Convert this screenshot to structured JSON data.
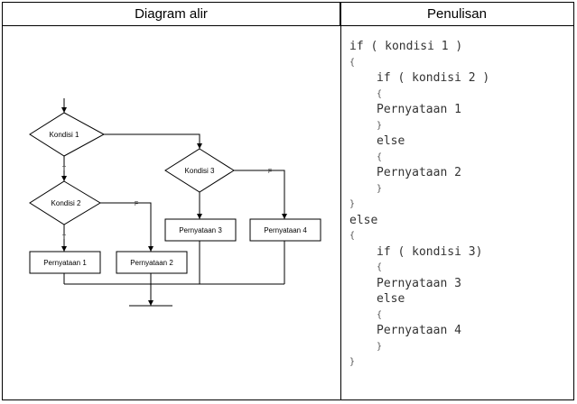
{
  "headers": {
    "left": "Diagram alir",
    "right": "Penulisan"
  },
  "flowchart": {
    "conditions": [
      "Kondisi 1",
      "Kondisi 2",
      "Kondisi 3"
    ],
    "statements": [
      "Pernyataan 1",
      "Pernyataan 2",
      "Pernyataan 3",
      "Pernyataan 4"
    ],
    "true_label": "T",
    "false_label": "F"
  },
  "code_lines": [
    {
      "text": "if ( kondisi 1 )",
      "indent": 0
    },
    {
      "text": "{",
      "indent": 0,
      "small": true
    },
    {
      "text": "if ( kondisi 2 )",
      "indent": 1
    },
    {
      "text": "{",
      "indent": 1,
      "small": true
    },
    {
      "text": "Pernyataan 1",
      "indent": 1
    },
    {
      "text": "}",
      "indent": 1,
      "small": true
    },
    {
      "text": "else",
      "indent": 1
    },
    {
      "text": "{",
      "indent": 1,
      "small": true
    },
    {
      "text": "Pernyataan 2",
      "indent": 1
    },
    {
      "text": "}",
      "indent": 1,
      "small": true
    },
    {
      "text": "}",
      "indent": 0,
      "small": true
    },
    {
      "text": "else",
      "indent": 0
    },
    {
      "text": "{",
      "indent": 0,
      "small": true
    },
    {
      "text": "if ( kondisi 3)",
      "indent": 1
    },
    {
      "text": "{",
      "indent": 1,
      "small": true
    },
    {
      "text": "Pernyataan 3",
      "indent": 1
    },
    {
      "text": "else",
      "indent": 1
    },
    {
      "text": "{",
      "indent": 1,
      "small": true
    },
    {
      "text": "Pernyataan 4",
      "indent": 1
    },
    {
      "text": "}",
      "indent": 1,
      "small": true
    },
    {
      "text": "}",
      "indent": 0,
      "small": true
    }
  ]
}
